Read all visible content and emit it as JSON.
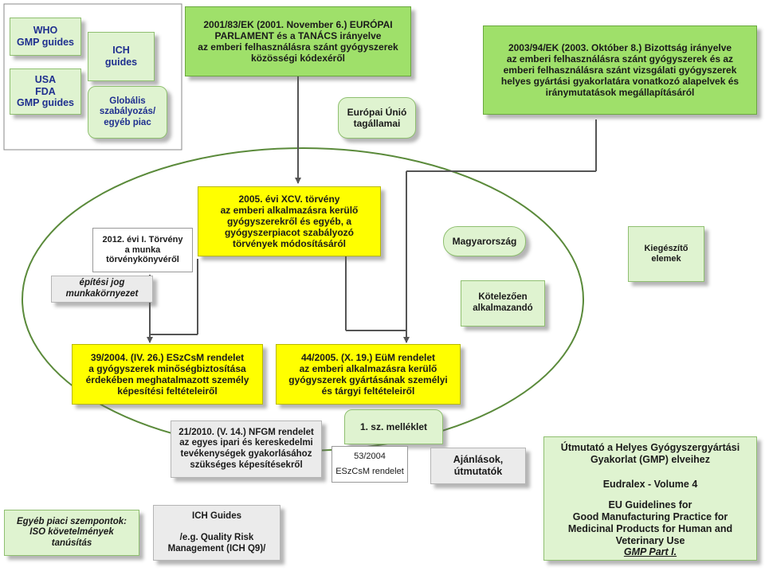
{
  "top_left": {
    "who": "WHO\nGMP guides",
    "usa": "USA\nFDA\nGMP guides",
    "ich": "ICH\nguides",
    "global": "Globális\nszabályozás/\negyéb piac"
  },
  "eu_directive_2001": "2001/83/EK (2001. November 6.) EURÓPAI\nPARLAMENT és a TANÁCS irányelve\naz emberi felhasználásra szánt gyógyszerek\nközösségi kódexéről",
  "eu_members": "Európai Únió\ntagállamai",
  "eu_directive_2003": "2003/94/EK (2003. Október 8.) Bizottság irányelve\naz emberi felhasználásra szánt gyógyszerek és az\nemberi felhasználásra szánt vizsgálati gyógyszerek\nhelyes gyártási gyakorlatára vonatkozó alapelvek és\niránymutatások megállapításáról",
  "law_2012": "2012. évi I. Törvény\na munka\ntörvénykönyvéről",
  "law_2005": "2005. évi XCV. törvény\naz emberi alkalmazásra kerülő\ngyógyszerekről és egyéb, a\ngyógyszerpiacot szabályozó\ntörvények módosításáról",
  "hungary": "Magyarország",
  "supplementary": "Kiegészítő\nelemek",
  "construction": "építési jog\nmunkakörnyezet",
  "mandatory": "Kötelezően\nalkalmazandó",
  "decree_39": "39/2004. (IV. 26.) ESzCsM rendelet\na gyógyszerek minőségbiztosítása\nérdekében meghatalmazott személy\nképesítési feltételeiről",
  "decree_44": "44/2005. (X. 19.) EüM rendelet\naz emberi alkalmazásra kerülő\ngyógyszerek gyártásának személyi\nés tárgyi feltételeiről",
  "decree_21": "21/2010. (V. 14.) NFGM rendelet\naz egyes ipari és kereskedelmi\ntevékenységek gyakorlásához\nszükséges képesítésekről",
  "annex_title": "1. sz. melléklet",
  "annex_53": "53/2004",
  "annex_53_sub": "ESzCsM rendelet",
  "recommendations": "Ajánlások,\nútmutatók",
  "gmp_guide": {
    "title": "Útmutató a Helyes Gyógyszergyártási\nGyakorlat (GMP) elveihez",
    "eudralex": "Eudralex - Volume 4",
    "eu_guidelines": "EU Guidelines for\nGood Manufacturing Practice for\nMedicinal Products for Human and\nVeterinary Use",
    "part": "GMP Part I."
  },
  "other_market": "Egyéb piaci  szempontok:\nISO követelmények\ntanúsítás",
  "ich_q9": "ICH Guides\n\n/e.g. Quality Risk\nManagement (ICH Q9)/"
}
